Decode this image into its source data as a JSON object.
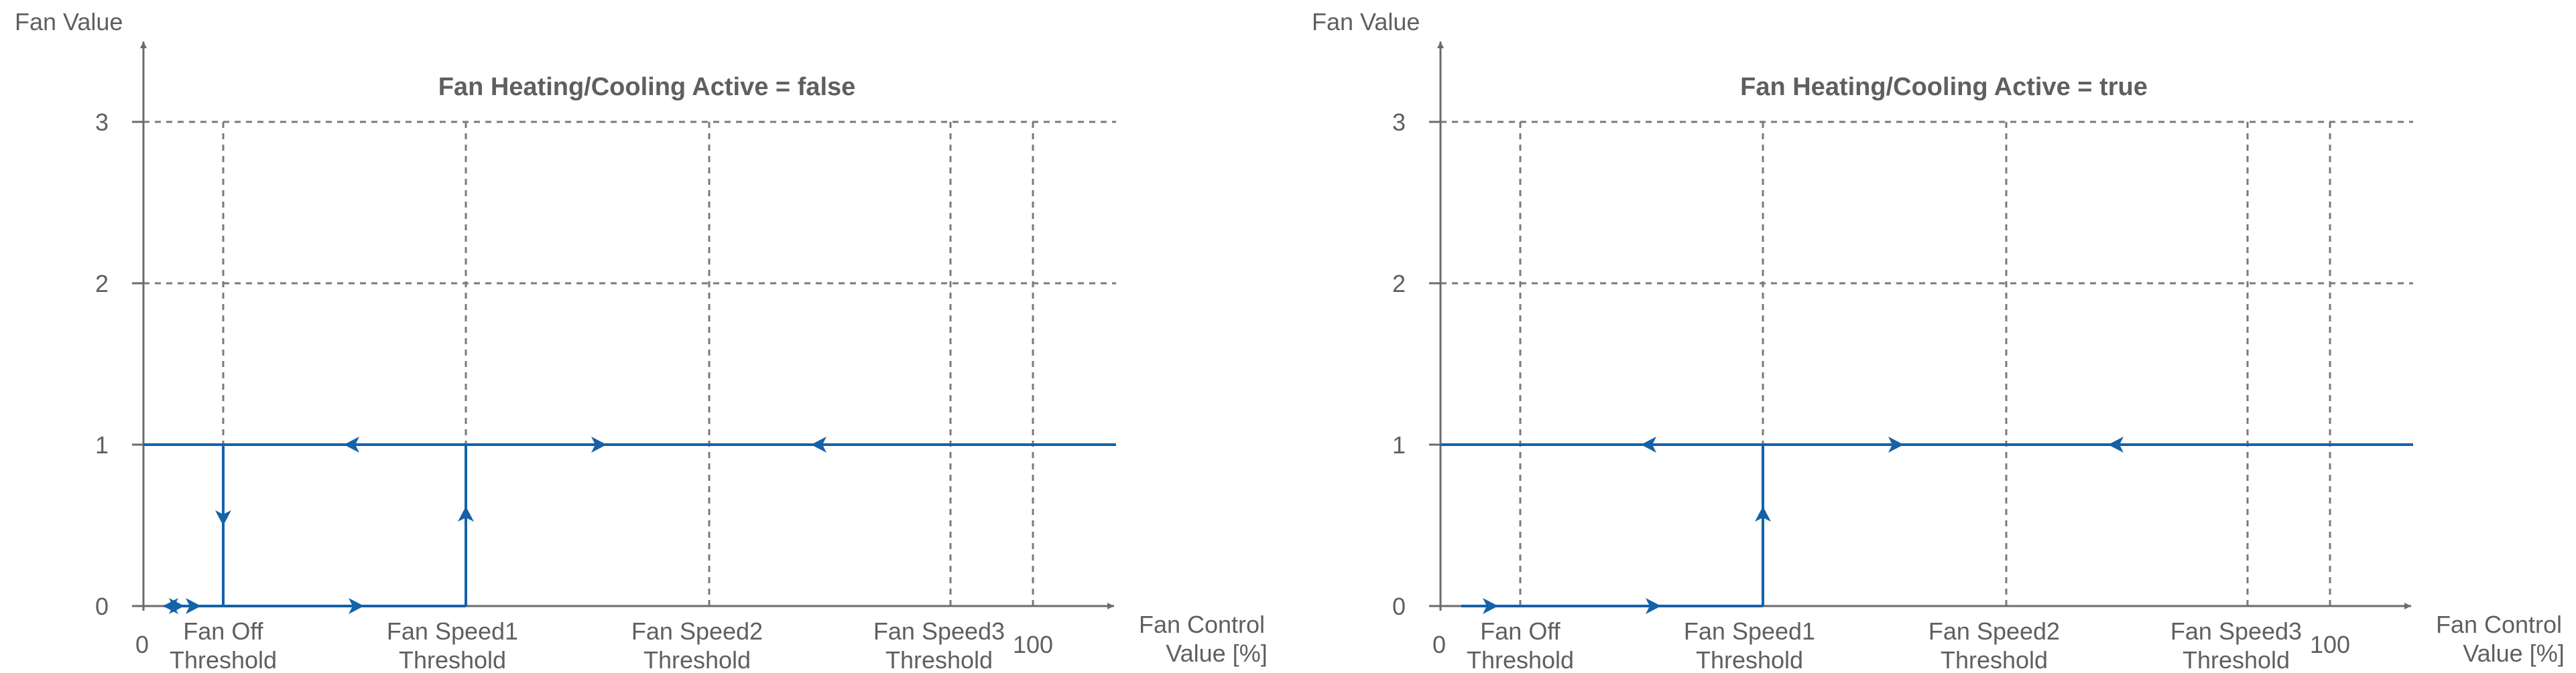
{
  "colors": {
    "axis": "#6b6b6b",
    "grid": "#7a7a7a",
    "curve": "#1462a8",
    "text": "#5f5f5f"
  },
  "panels": [
    {
      "title": "Fan Heating/Cooling Active = false",
      "ylabel": "Fan Value",
      "xlabel_line1": "Fan Control",
      "xlabel_line2": "Value [%]",
      "y_ticks": [
        "0",
        "1",
        "2",
        "3"
      ],
      "x_start": "0",
      "x_end": "100",
      "thresholds": [
        {
          "line1": "Fan Off",
          "line2": "Threshold"
        },
        {
          "line1": "Fan Speed1",
          "line2": "Threshold"
        },
        {
          "line1": "Fan Speed2",
          "line2": "Threshold"
        },
        {
          "line1": "Fan Speed3",
          "line2": "Threshold"
        }
      ]
    },
    {
      "title": "Fan Heating/Cooling Active = true",
      "ylabel": "Fan Value",
      "xlabel_line1": "Fan Control",
      "xlabel_line2": "Value [%]",
      "y_ticks": [
        "0",
        "1",
        "2",
        "3"
      ],
      "x_start": "0",
      "x_end": "100",
      "thresholds": [
        {
          "line1": "Fan Off",
          "line2": "Threshold"
        },
        {
          "line1": "Fan Speed1",
          "line2": "Threshold"
        },
        {
          "line1": "Fan Speed2",
          "line2": "Threshold"
        },
        {
          "line1": "Fan Speed3",
          "line2": "Threshold"
        }
      ]
    }
  ]
}
